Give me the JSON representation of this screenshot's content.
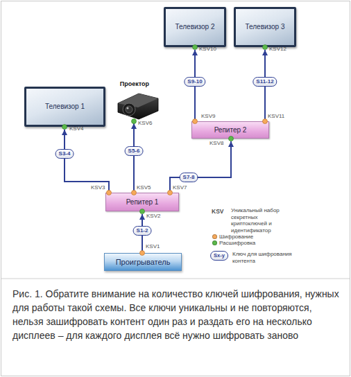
{
  "diagram": {
    "caption": "Рис. 1. Обратите внимание на количество ключей шифрования, нужных для работы такой схемы. Все ключи уникальны и не повторяются, нельзя зашифровать контент один раз и раздать его на несколько дисплеев – для каждого дисплея всё нужно шифровать заново",
    "nodes": [
      {
        "text": [
          "Телевизор 2"
        ]
      },
      {
        "text": [
          "Телевизор 3"
        ]
      },
      {
        "text": [
          "Проектор"
        ]
      },
      {
        "text": [
          "Телевизор 1"
        ]
      },
      {
        "text": [
          "Репитер 2"
        ]
      },
      {
        "text": [
          "Репитер 1"
        ]
      },
      {
        "text": [
          "Проигрыватель"
        ]
      }
    ],
    "edges": [
      {
        "from": 6,
        "to": 5,
        "label": "S1-2",
        "arrow": "to"
      },
      {
        "from": 5,
        "to": 3,
        "label": "S3-4",
        "arrow": "to"
      },
      {
        "from": 5,
        "to": 2,
        "label": "S5-6",
        "arrow": "to"
      },
      {
        "from": 5,
        "to": 4,
        "label": "S7-8",
        "arrow": "to"
      },
      {
        "from": 4,
        "to": 0,
        "label": "S9-10",
        "arrow": "to"
      },
      {
        "from": 4,
        "to": 1,
        "label": "S11-12",
        "arrow": "to"
      }
    ],
    "labels": [
      "KSV10",
      "KSV12",
      "KSV9",
      "KSV11",
      "KSV4",
      "KSV6",
      "KSV8",
      "KSV3",
      "KSV5",
      "KSV7",
      "KSV",
      "KSV2",
      "Sx-y",
      "KSV1"
    ],
    "legend": [
      {
        "text": "Уникальный набор секретных криптоключей и идентификатор"
      },
      {
        "text": "Шифрование",
        "color": "#f5a95b"
      },
      {
        "text": "Расшифровка",
        "color": "#5bb94a"
      },
      {
        "text": "Ключ для шифрования контента"
      }
    ]
  }
}
